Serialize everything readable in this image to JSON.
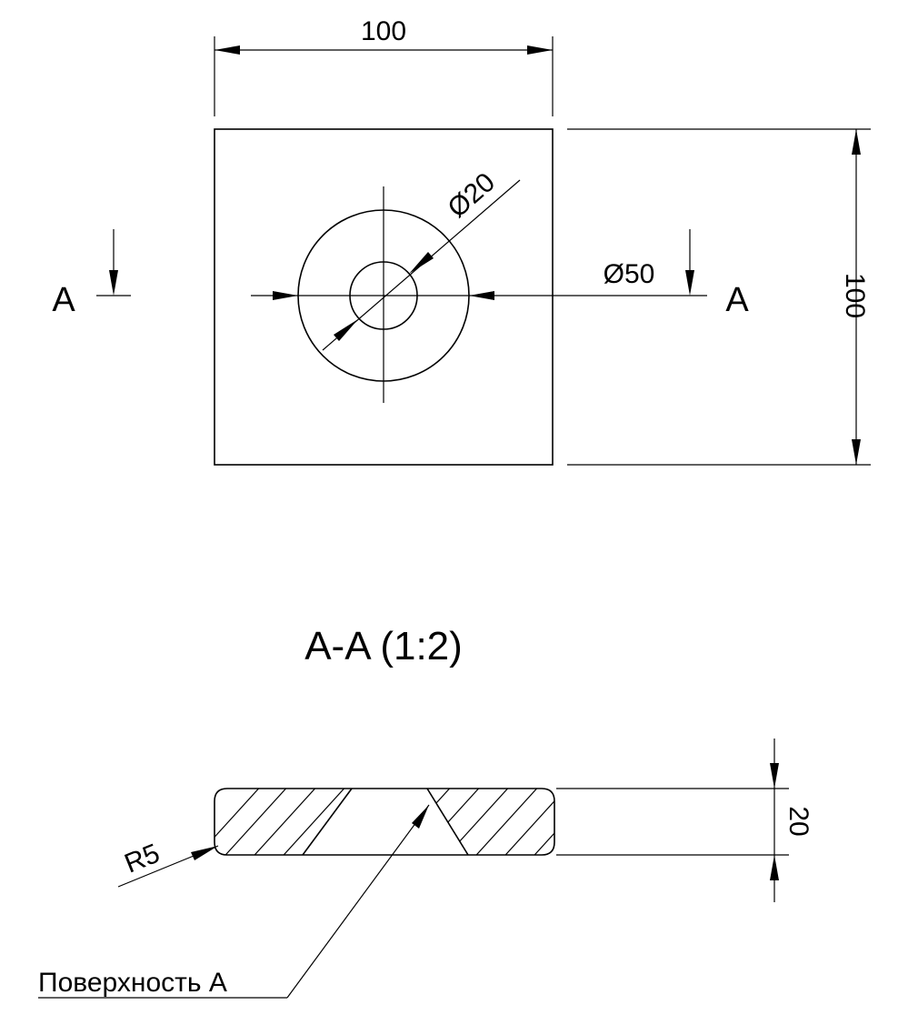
{
  "top_view": {
    "width_dim": "100",
    "height_dim": "100",
    "inner_diameter": "Ø20",
    "outer_diameter": "Ø50",
    "section_mark_left": "A",
    "section_mark_right": "A"
  },
  "section_view": {
    "title": "A-A (1:2)",
    "radius_dim": "R5",
    "thickness_dim": "20",
    "surface_callout": "Поверхность А"
  }
}
